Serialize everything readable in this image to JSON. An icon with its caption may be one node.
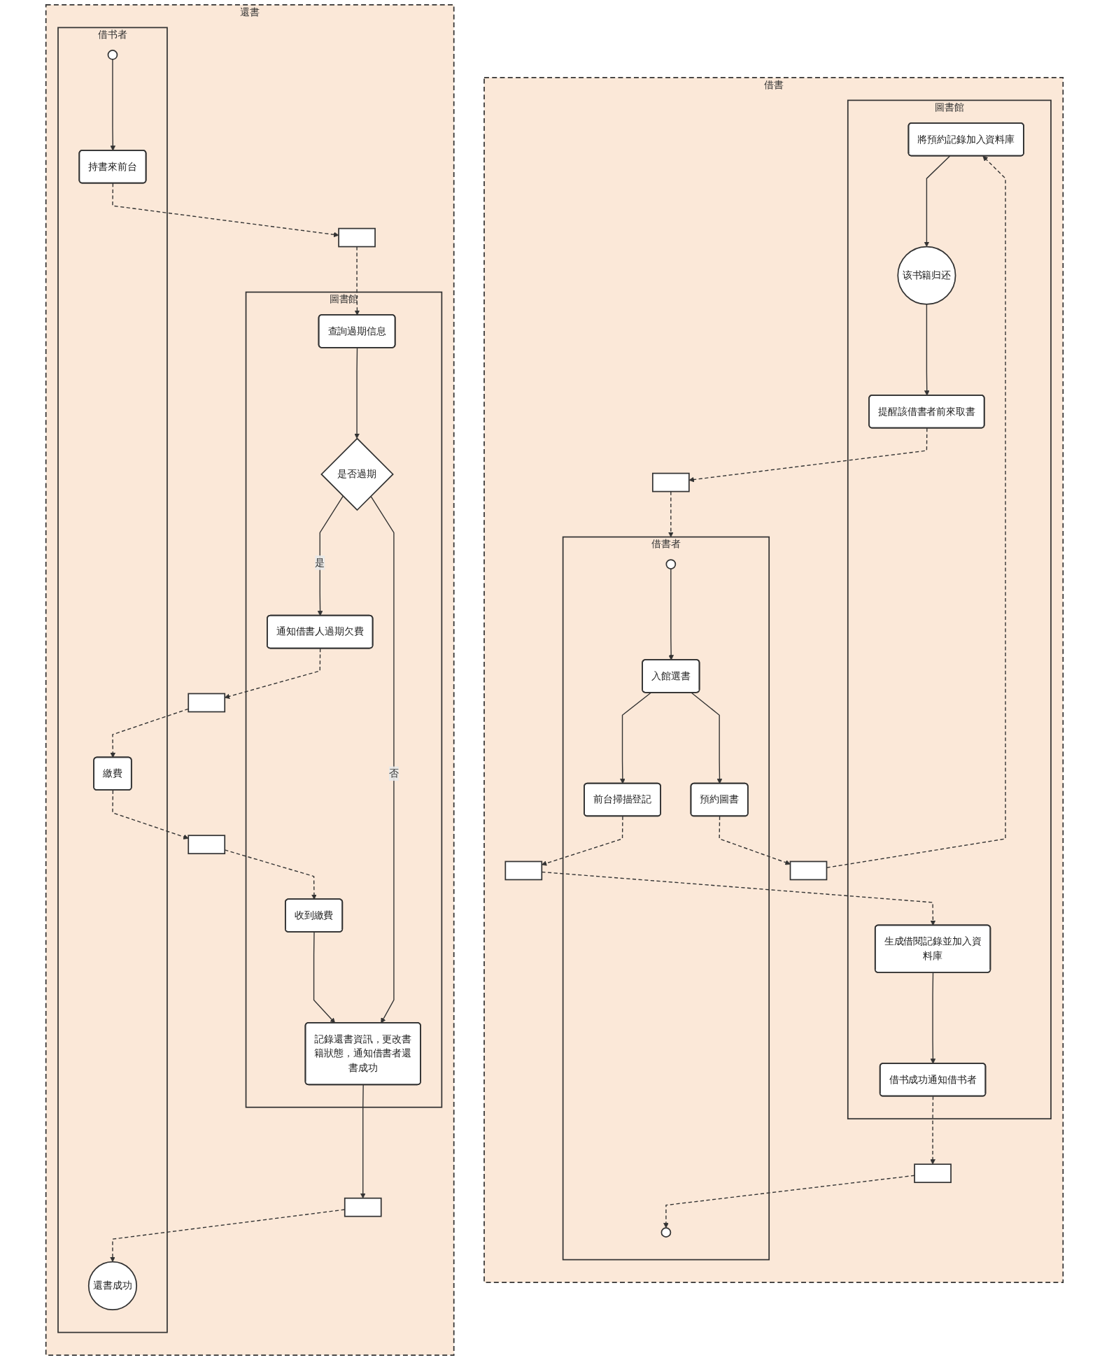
{
  "diagram": {
    "nodes": [
      {
        "text": [
          "借書"
        ]
      },
      {
        "text": [
          "借書者"
        ],
        "in": 0
      },
      {
        "text": [],
        "shape": "circle",
        "in": 1
      },
      {
        "text": [
          "入館選書"
        ],
        "in": 1
      },
      {
        "text": [
          "前台掃描登記"
        ],
        "in": 1
      },
      {
        "text": [
          "預約圖書"
        ],
        "in": 1
      },
      {
        "text": [],
        "shape": "circle",
        "in": 1
      },
      {
        "text": [],
        "shape": "envelope",
        "in": 0
      },
      {
        "text": [],
        "shape": "envelope",
        "in": 0
      },
      {
        "text": [],
        "shape": "envelope",
        "in": 0
      },
      {
        "text": [],
        "shape": "envelope",
        "in": 0
      },
      {
        "text": [
          "圖書館"
        ],
        "in": 0
      },
      {
        "text": [
          "將預約記錄加入資料庫"
        ],
        "in": 11
      },
      {
        "text": [
          "生成借閱記錄並加入資料庫"
        ],
        "in": 11
      },
      {
        "text": [
          "借书成功通知借书者"
        ],
        "in": 11
      },
      {
        "text": [
          "提醒該借書者前來取書"
        ],
        "in": 11
      },
      {
        "text": [
          "该书籍归还"
        ],
        "in": 11
      },
      {
        "text": [
          "還書"
        ]
      },
      {
        "text": [
          "借书者"
        ],
        "in": 17
      },
      {
        "text": [],
        "shape": "circle",
        "in": 18
      },
      {
        "text": [
          "持書來前台"
        ],
        "in": 18
      },
      {
        "text": [
          "繳費"
        ],
        "in": 18
      },
      {
        "text": [
          "還書成功"
        ],
        "in": 18
      },
      {
        "text": [],
        "shape": "envelope",
        "in": 17
      },
      {
        "text": [],
        "shape": "envelope",
        "in": 17
      },
      {
        "text": [],
        "shape": "envelope",
        "in": 17
      },
      {
        "text": [],
        "shape": "envelope",
        "in": 17
      },
      {
        "text": [
          "圖書館"
        ],
        "in": 17
      },
      {
        "text": [
          "查詢過期信息"
        ],
        "in": 27
      },
      {
        "text": [
          "是否過期"
        ],
        "in": 27
      },
      {
        "text": [
          "通知借書人過期欠費"
        ],
        "in": 27
      },
      {
        "text": [
          "收到繳費"
        ],
        "in": 27
      },
      {
        "text": [
          "記錄還書資訊，更改書籍狀態，通知借書者還書成功"
        ],
        "in": 27
      }
    ],
    "edges": [
      {
        "from": 2,
        "to": 3,
        "arrow": "to"
      },
      {
        "from": 3,
        "to": 4,
        "arrow": "to"
      },
      {
        "from": 3,
        "to": 5,
        "arrow": "to"
      },
      {
        "from": 5,
        "to": 8,
        "arrow": "to",
        "style": "dashed"
      },
      {
        "from": 8,
        "to": 12,
        "arrow": "to",
        "style": "dashed"
      },
      {
        "from": 4,
        "to": 9,
        "arrow": "to",
        "style": "dashed"
      },
      {
        "from": 9,
        "to": 13,
        "arrow": "to",
        "style": "dashed"
      },
      {
        "from": 13,
        "to": 14,
        "arrow": "to"
      },
      {
        "from": 14,
        "to": 10,
        "arrow": "to",
        "style": "dashed"
      },
      {
        "from": 10,
        "to": 6,
        "arrow": "to",
        "style": "dashed"
      },
      {
        "from": 12,
        "to": 16,
        "arrow": "to"
      },
      {
        "from": 16,
        "to": 15,
        "arrow": "to"
      },
      {
        "from": 15,
        "to": 7,
        "arrow": "to",
        "style": "dashed"
      },
      {
        "from": 7,
        "to": 1,
        "arrow": "to",
        "style": "dashed"
      },
      {
        "from": 19,
        "to": 20,
        "arrow": "to"
      },
      {
        "from": 20,
        "to": 23,
        "arrow": "to",
        "style": "dashed"
      },
      {
        "from": 23,
        "to": 28,
        "arrow": "to",
        "style": "dashed"
      },
      {
        "from": 28,
        "to": 29,
        "arrow": "to"
      },
      {
        "from": 29,
        "to": 30,
        "arrow": "to",
        "label": "是"
      },
      {
        "from": 29,
        "to": 32,
        "arrow": "to",
        "label": "否"
      },
      {
        "from": 30,
        "to": 24,
        "arrow": "to",
        "style": "dashed"
      },
      {
        "from": 24,
        "to": 21,
        "arrow": "to",
        "style": "dashed"
      },
      {
        "from": 21,
        "to": 25,
        "arrow": "to",
        "style": "dashed"
      },
      {
        "from": 25,
        "to": 31,
        "arrow": "to",
        "style": "dashed"
      },
      {
        "from": 31,
        "to": 32,
        "arrow": "to"
      },
      {
        "from": 32,
        "to": 26,
        "arrow": "to"
      },
      {
        "from": 26,
        "to": 22,
        "arrow": "to",
        "style": "dashed"
      }
    ]
  }
}
